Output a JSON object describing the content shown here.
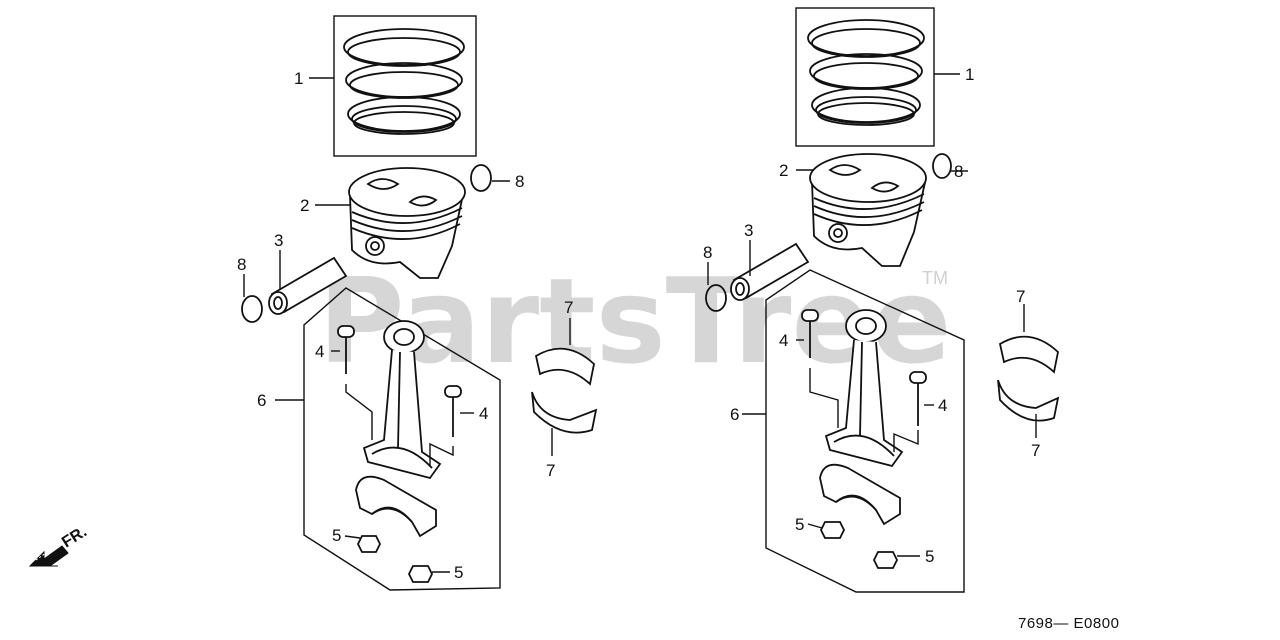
{
  "watermark": "PartsTree",
  "trademark": "TM",
  "diagram_code": "7698— E0800",
  "direction_label": "FR.",
  "callouts": {
    "piston_rings": "1",
    "piston": "2",
    "piston_pin": "3",
    "rod_bolt": "4",
    "rod_nut": "5",
    "connecting_rod": "6",
    "rod_bearing": "7",
    "pin_clip": "8"
  }
}
